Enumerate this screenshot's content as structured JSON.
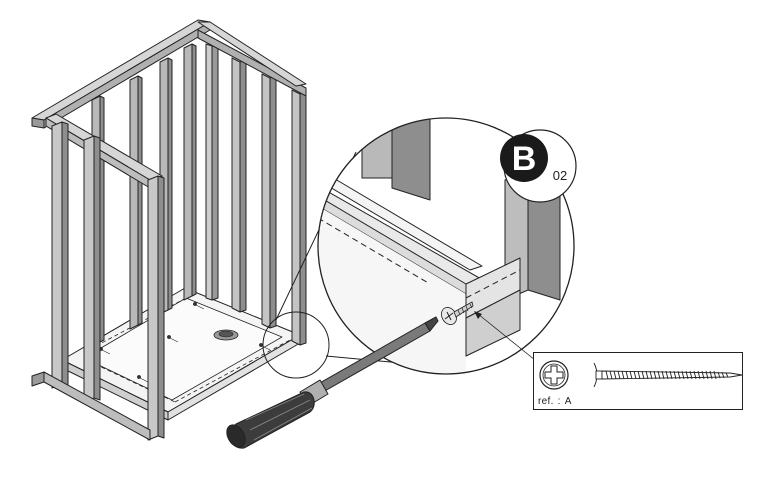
{
  "step_badge": {
    "letter": "B",
    "number": "02"
  },
  "screw_reference": {
    "label": "ref.",
    "separator": ":",
    "value": "A"
  },
  "icons": {
    "screw_head": "phillips-screw-head-icon",
    "screw_side": "pan-head-screw-icon",
    "tool": "screwdriver-icon"
  },
  "colors": {
    "line": "#222222",
    "frame_face": "#b9b9b9",
    "frame_side": "#8e8e8e",
    "frame_light": "#d6d6d6",
    "tray": "#f2f2f2",
    "badge_fill": "#1a1a1a",
    "handle": "#3c3c3c"
  }
}
